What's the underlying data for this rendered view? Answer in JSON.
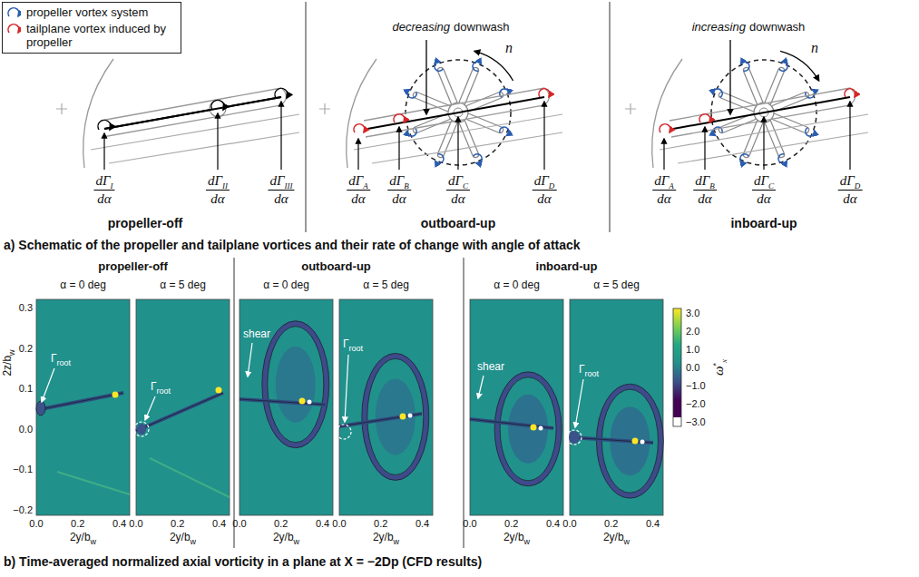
{
  "diagram": {
    "labels": [
      "a) Schematic of the propeller and tailplane vortices and their rate of change with angle of attack",
      "propeller-off",
      "outboard-up",
      "inboard-up",
      "decreasing",
      "downwash",
      "increasing",
      "downwash",
      "n",
      "n",
      "dΓ",
      "I",
      "dα",
      "dΓ",
      "II",
      "dα",
      "dΓ",
      "III",
      "dα",
      "dΓ",
      "A",
      "dα",
      "dΓ",
      "B",
      "dα",
      "dΓ",
      "C",
      "dα",
      "dΓ",
      "D",
      "dα",
      "dΓ",
      "A",
      "dα",
      "dΓ",
      "B",
      "dα",
      "dΓ",
      "C",
      "dα",
      "dΓ",
      "D",
      "dα",
      "b) Time-averaged normalized axial vorticity in a plane at X = −2Dp (CFD results)",
      "propeller-off",
      "outboard-up",
      "inboard-up",
      "α = 0 deg",
      "α = 5 deg",
      "α = 0 deg",
      "α = 5 deg",
      "α = 0 deg",
      "α = 5 deg",
      "0.3",
      "0.2",
      "0.1",
      "0.0",
      "−0.1",
      "−0.2",
      "2z/b",
      "w",
      "0.0",
      "0.2",
      "0.4",
      "0.0",
      "0.2",
      "0.4",
      "0.0",
      "0.2",
      "0.4",
      "0.0",
      "0.2",
      "0.4",
      "0.0",
      "0.2",
      "0.4",
      "0.0",
      "0.2",
      "0.4",
      "2y/b",
      "w",
      "2y/b",
      "w",
      "2y/b",
      "w",
      "2y/b",
      "w",
      "2y/b",
      "w",
      "2y/b",
      "w",
      "Γ",
      "root",
      "Γ",
      "root",
      "Γ",
      "root",
      "Γ",
      "root",
      "shear",
      "shear",
      "3.0",
      "2.0",
      "1.0",
      "0.0",
      "−1.0",
      "−2.0",
      "−3.0",
      "ω",
      "*",
      "x"
    ],
    "legend": [
      {
        "text": "propeller vortex system"
      },
      {
        "text": "tailplane vortex induced by propeller"
      }
    ]
  }
}
